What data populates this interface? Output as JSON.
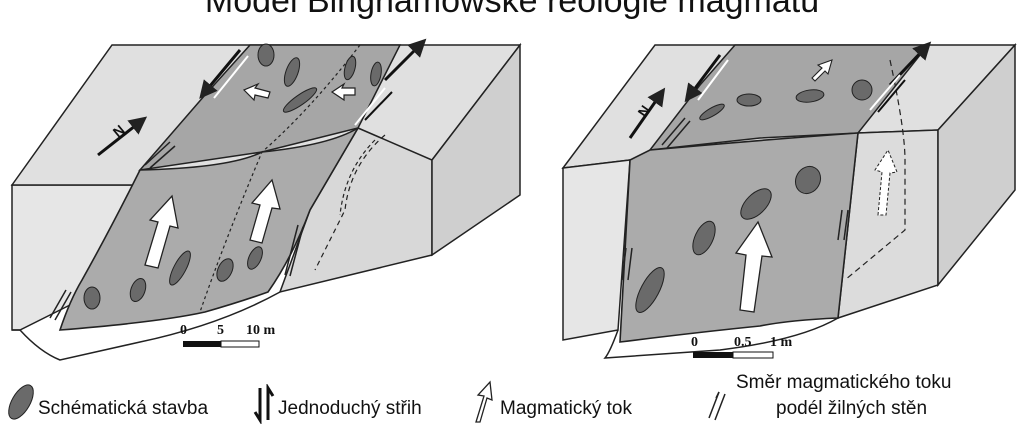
{
  "title": "Model Binghamowské reologie magmatu",
  "left_block": {
    "north_label": "N",
    "scale": {
      "tick0": "0",
      "tick1": "5",
      "tick2": "10 m"
    }
  },
  "right_block": {
    "north_label": "N",
    "scale": {
      "tick0": "0",
      "tick1": "0.5",
      "tick2": "1 m"
    }
  },
  "legend": {
    "fabric": "Schématická stavba",
    "shear": "Jednoduchý střih",
    "flow": "Magmatický tok",
    "wall_flow_line1": "Směr magmatického toku",
    "wall_flow_line2": "podél žilných stěn"
  },
  "colors": {
    "block": "#e4e4e4",
    "dyke": "#a9a9a9",
    "ellipse": "#6a6a6a",
    "stroke": "#222222"
  }
}
